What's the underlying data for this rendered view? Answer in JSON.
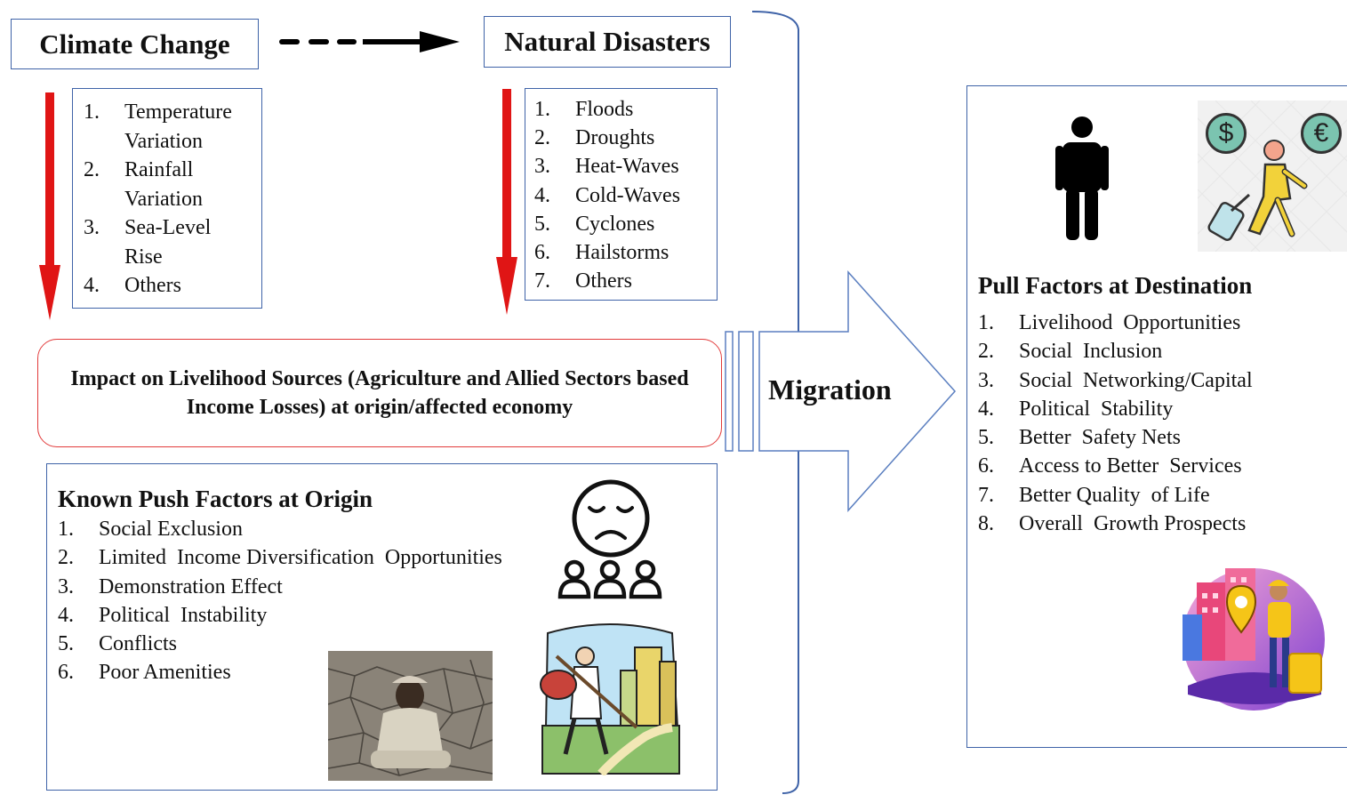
{
  "climate_change": {
    "title": "Climate Change",
    "items": [
      {
        "n": "1.",
        "text": "Temperature Variation"
      },
      {
        "n": "2.",
        "text": "Rainfall Variation"
      },
      {
        "n": "3.",
        "text": "Sea-Level Rise"
      },
      {
        "n": "4.",
        "text": "Others"
      }
    ]
  },
  "natural_disasters": {
    "title": "Natural Disasters",
    "items": [
      {
        "n": "1.",
        "text": "Floods"
      },
      {
        "n": "2.",
        "text": "Droughts"
      },
      {
        "n": "3.",
        "text": "Heat-Waves"
      },
      {
        "n": "4.",
        "text": "Cold-Waves"
      },
      {
        "n": "5.",
        "text": "Cyclones"
      },
      {
        "n": "6.",
        "text": "Hailstorms"
      },
      {
        "n": "7.",
        "text": "Others"
      }
    ]
  },
  "impact": {
    "line1": "Impact on Livelihood Sources (Agriculture and Allied Sectors based",
    "line2": "Income Losses) at origin/affected economy"
  },
  "migration": {
    "label": "Migration"
  },
  "push": {
    "title": "Known Push Factors at Origin",
    "items": [
      {
        "n": "1.",
        "text": "Social Exclusion"
      },
      {
        "n": "2.",
        "text": "Limited  Income Diversification  Opportunities"
      },
      {
        "n": "3.",
        "text": "Demonstration Effect"
      },
      {
        "n": "4.",
        "text": "Political  Instability"
      },
      {
        "n": "5.",
        "text": "Conflicts"
      },
      {
        "n": "6.",
        "text": "Poor Amenities"
      }
    ]
  },
  "pull": {
    "title": "Pull Factors at Destination",
    "items": [
      {
        "n": "1.",
        "text": "Livelihood  Opportunities"
      },
      {
        "n": "2.",
        "text": "Social  Inclusion"
      },
      {
        "n": "3.",
        "text": "Social  Networking/Capital"
      },
      {
        "n": "4.",
        "text": "Political  Stability"
      },
      {
        "n": "5.",
        "text": "Better  Safety Nets"
      },
      {
        "n": "6.",
        "text": "Access to Better  Services"
      },
      {
        "n": "7.",
        "text": "Better Quality  of Life"
      },
      {
        "n": "8.",
        "text": "Overall  Growth Prospects"
      }
    ]
  },
  "icons": {
    "dollar": "$",
    "euro": "€"
  },
  "colors": {
    "box_border": "#3f63a8",
    "red_arrow": "#e01515",
    "impact_border": "#e23b3b",
    "migration_arrow": "#5b7fc0"
  }
}
